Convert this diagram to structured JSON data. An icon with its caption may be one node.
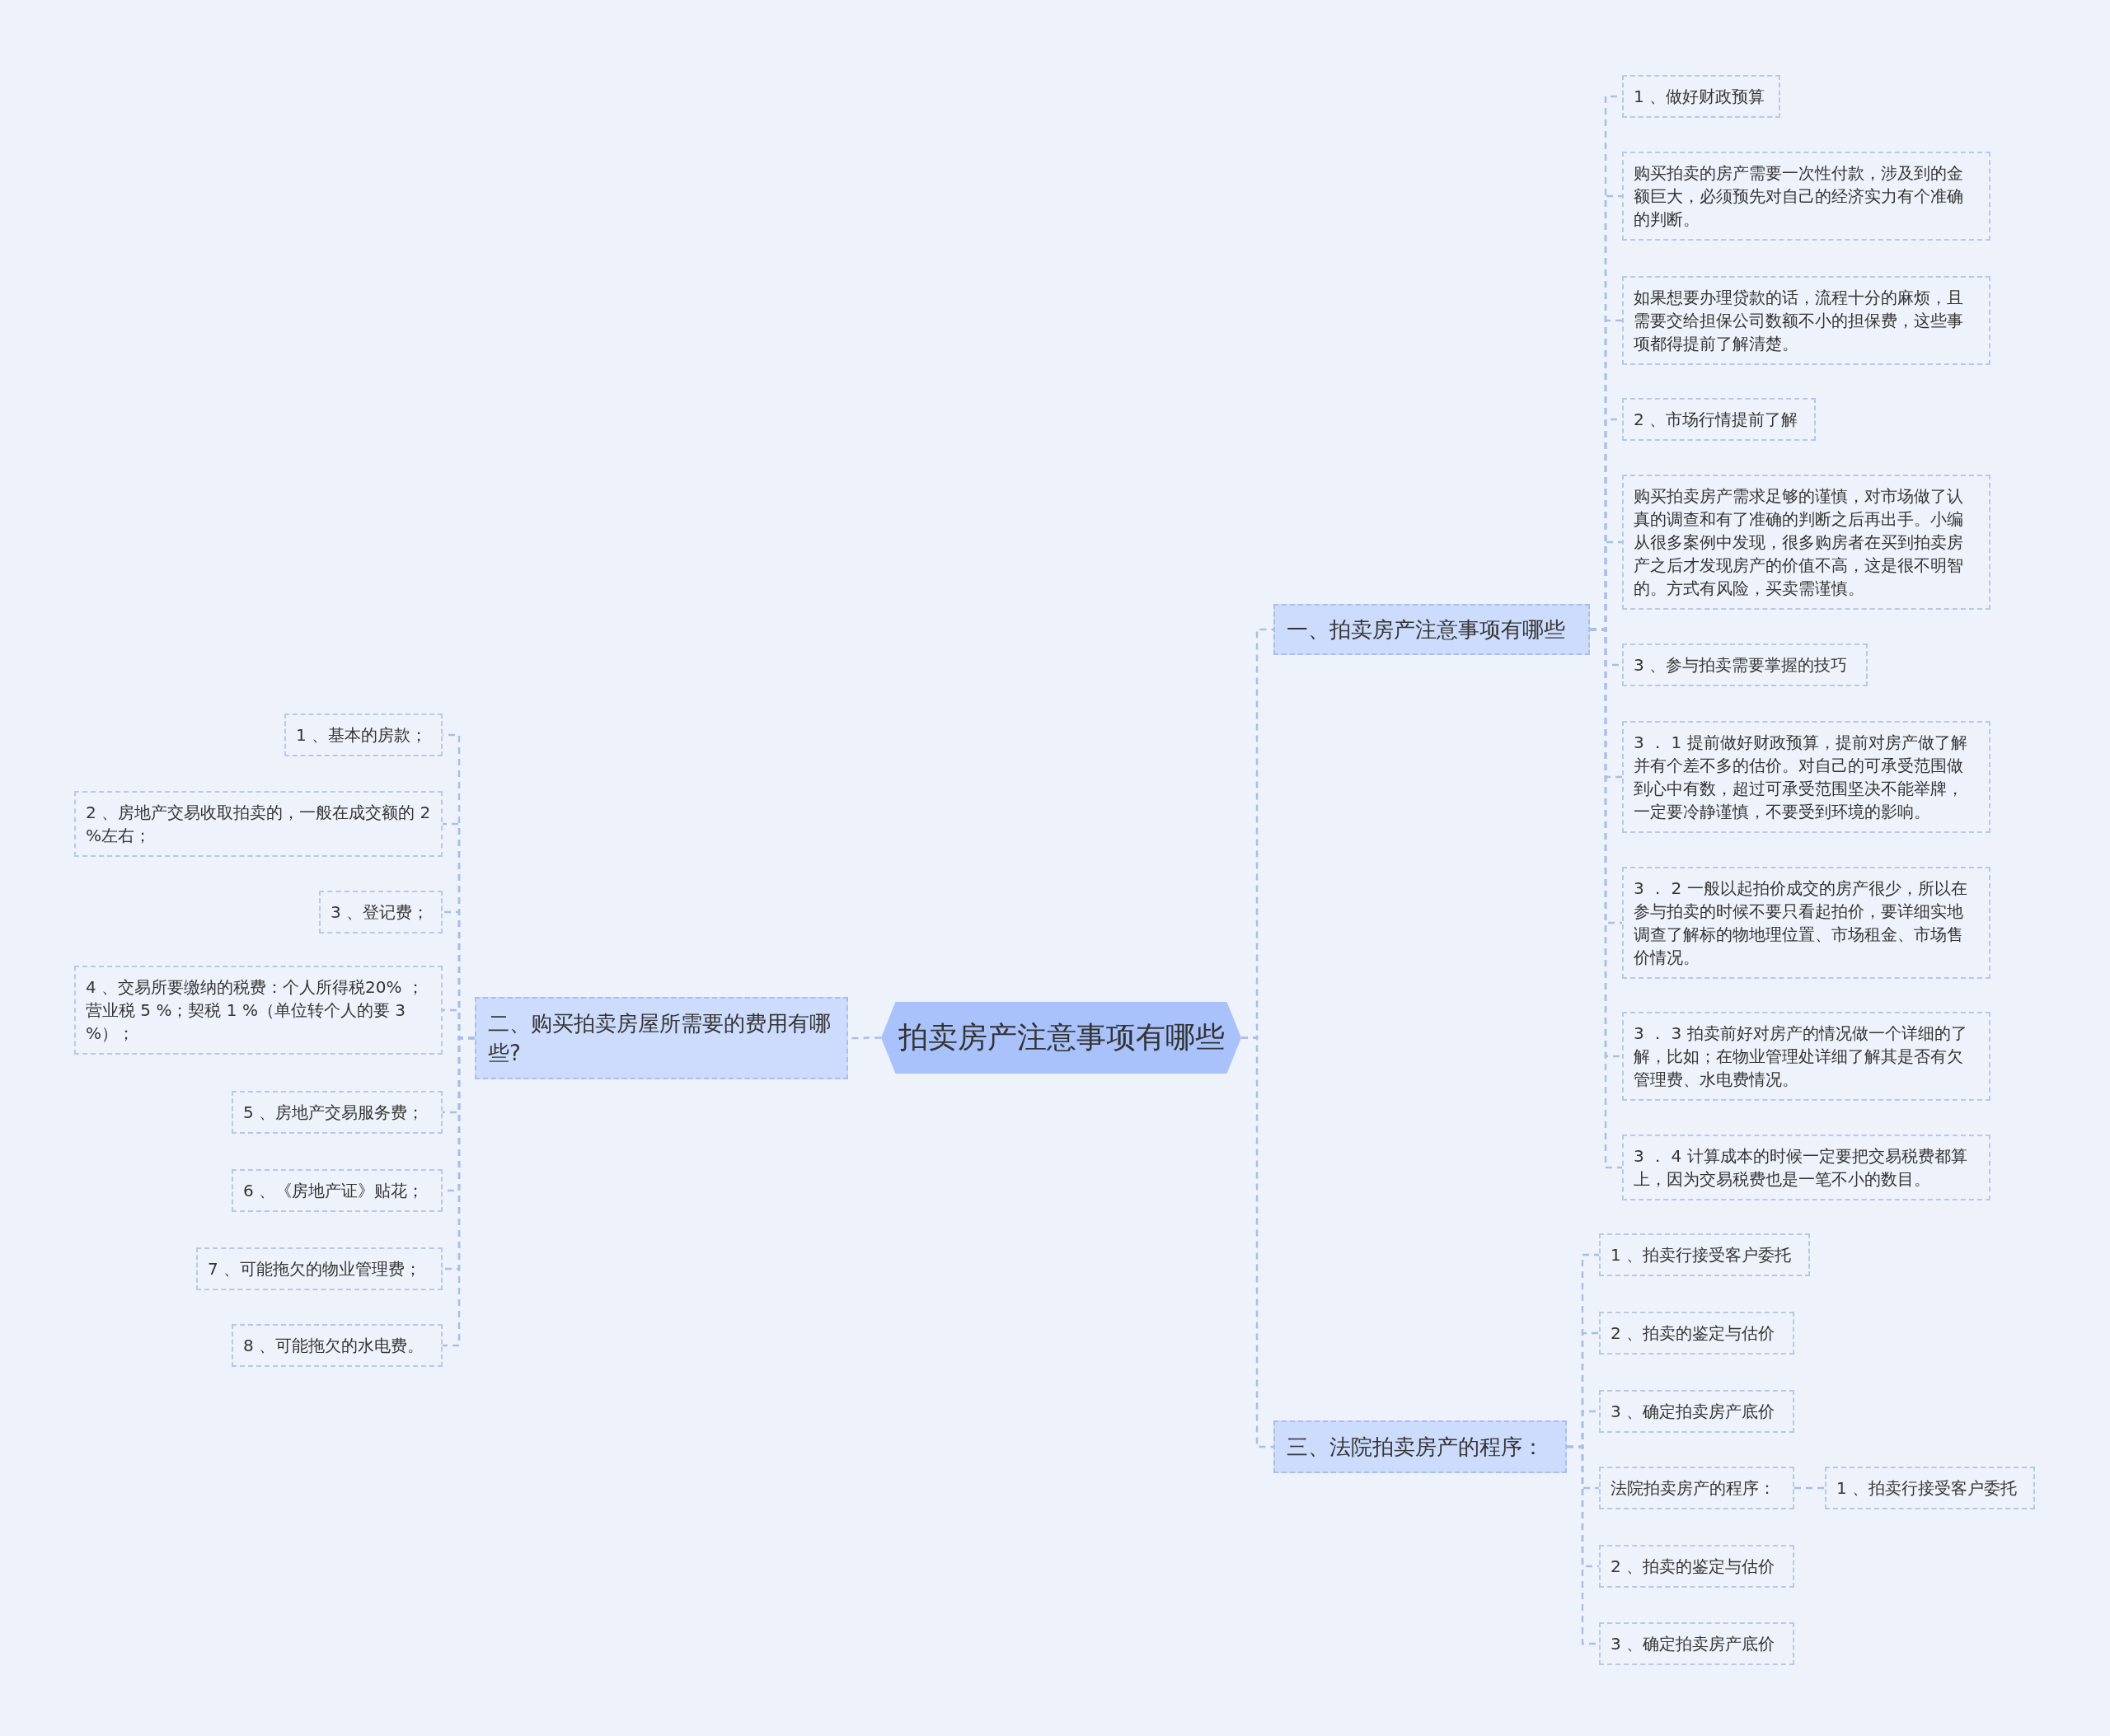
{
  "diagram": {
    "nodes": [
      {
        "text": [
          "拍卖房产注意事项有哪些"
        ]
      },
      {
        "text": [
          "一、拍卖房产注意事项有哪些"
        ]
      },
      {
        "text": [
          "二、购买拍卖房屋所需要的费用有哪些?"
        ]
      },
      {
        "text": [
          "三、法院拍卖房产的程序："
        ]
      },
      {
        "text": [
          "1 、做好财政预算"
        ]
      },
      {
        "text": [
          "购买拍卖的房产需要一次性付款，涉及到的金额巨大，必须预先对自己的经济实力有个准确的判断。"
        ]
      },
      {
        "text": [
          "如果想要办理贷款的话，流程十分的麻烦，且需要交给担保公司数额不小的担保费，这些事项都得提前了解清楚。"
        ]
      },
      {
        "text": [
          "2 、市场行情提前了解"
        ]
      },
      {
        "text": [
          "购买拍卖房产需求足够的谨慎，对市场做了认真的调查和有了准确的判断之后再出手。小编从很多案例中发现，很多购房者在买到拍卖房产之后才发现房产的价值不高，这是很不明智的。方式有风险，买卖需谨慎。"
        ]
      },
      {
        "text": [
          "3 、参与拍卖需要掌握的技巧"
        ]
      },
      {
        "text": [
          "3 ． 1 提前做好财政预算，提前对房产做了解并有个差不多的估价。对自己的可承受范围做到心中有数，超过可承受范围坚决不能举牌，一定要冷静谨慎，不要受到环境的影响。"
        ]
      },
      {
        "text": [
          "3 ． 2 一般以起拍价成交的房产很少，所以在参与拍卖的时候不要只看起拍价，要详细实地调查了解标的物地理位置、市场租金、市场售价情况。"
        ]
      },
      {
        "text": [
          "3 ． 3 拍卖前好对房产的情况做一个详细的了解，比如；在物业管理处详细了解其是否有欠管理费、水电费情况。"
        ]
      },
      {
        "text": [
          "3 ． 4 计算成本的时候一定要把交易税费都算上，因为交易税费也是一笔不小的数目。"
        ]
      },
      {
        "text": [
          "1 、拍卖行接受客户委托"
        ]
      },
      {
        "text": [
          "2 、拍卖的鉴定与估价"
        ]
      },
      {
        "text": [
          "3 、确定拍卖房产底价"
        ]
      },
      {
        "text": [
          "法院拍卖房产的程序："
        ]
      },
      {
        "text": [
          "1 、拍卖行接受客户委托"
        ]
      },
      {
        "text": [
          "2 、拍卖的鉴定与估价"
        ]
      },
      {
        "text": [
          "3 、确定拍卖房产底价"
        ]
      },
      {
        "text": [
          "1 、基本的房款；"
        ]
      },
      {
        "text": [
          "2 、房地产交易收取拍卖的，一般在成交额的 2 %左右；"
        ]
      },
      {
        "text": [
          "3 、登记费；"
        ]
      },
      {
        "text": [
          "4 、交易所要缴纳的税费：个人所得税20% ；营业税 5 %；契税 1 %（单位转个人的要 3 %）；"
        ]
      },
      {
        "text": [
          "5 、房地产交易服务费；"
        ]
      },
      {
        "text": [
          "6 、《房地产证》贴花；"
        ]
      },
      {
        "text": [
          "7 、可能拖欠的物业管理费；"
        ]
      },
      {
        "text": [
          "8 、可能拖欠的水电费。"
        ]
      }
    ],
    "edges": [
      {
        "from": 0,
        "to": 1,
        "arrow": "none"
      },
      {
        "from": 0,
        "to": 2,
        "arrow": "none"
      },
      {
        "from": 0,
        "to": 3,
        "arrow": "none"
      },
      {
        "from": 1,
        "to": 4,
        "arrow": "none"
      },
      {
        "from": 1,
        "to": 5,
        "arrow": "none"
      },
      {
        "from": 1,
        "to": 6,
        "arrow": "none"
      },
      {
        "from": 1,
        "to": 7,
        "arrow": "none"
      },
      {
        "from": 1,
        "to": 8,
        "arrow": "none"
      },
      {
        "from": 1,
        "to": 9,
        "arrow": "none"
      },
      {
        "from": 1,
        "to": 10,
        "arrow": "none"
      },
      {
        "from": 1,
        "to": 11,
        "arrow": "none"
      },
      {
        "from": 1,
        "to": 12,
        "arrow": "none"
      },
      {
        "from": 1,
        "to": 13,
        "arrow": "none"
      },
      {
        "from": 3,
        "to": 14,
        "arrow": "none"
      },
      {
        "from": 3,
        "to": 15,
        "arrow": "none"
      },
      {
        "from": 3,
        "to": 16,
        "arrow": "none"
      },
      {
        "from": 3,
        "to": 17,
        "arrow": "none"
      },
      {
        "from": 17,
        "to": 18,
        "arrow": "none"
      },
      {
        "from": 3,
        "to": 19,
        "arrow": "none"
      },
      {
        "from": 3,
        "to": 20,
        "arrow": "none"
      },
      {
        "from": 2,
        "to": 21,
        "arrow": "none"
      },
      {
        "from": 2,
        "to": 22,
        "arrow": "none"
      },
      {
        "from": 2,
        "to": 23,
        "arrow": "none"
      },
      {
        "from": 2,
        "to": 24,
        "arrow": "none"
      },
      {
        "from": 2,
        "to": 25,
        "arrow": "none"
      },
      {
        "from": 2,
        "to": 26,
        "arrow": "none"
      },
      {
        "from": 2,
        "to": 27,
        "arrow": "none"
      },
      {
        "from": 2,
        "to": 28,
        "arrow": "none"
      }
    ]
  }
}
